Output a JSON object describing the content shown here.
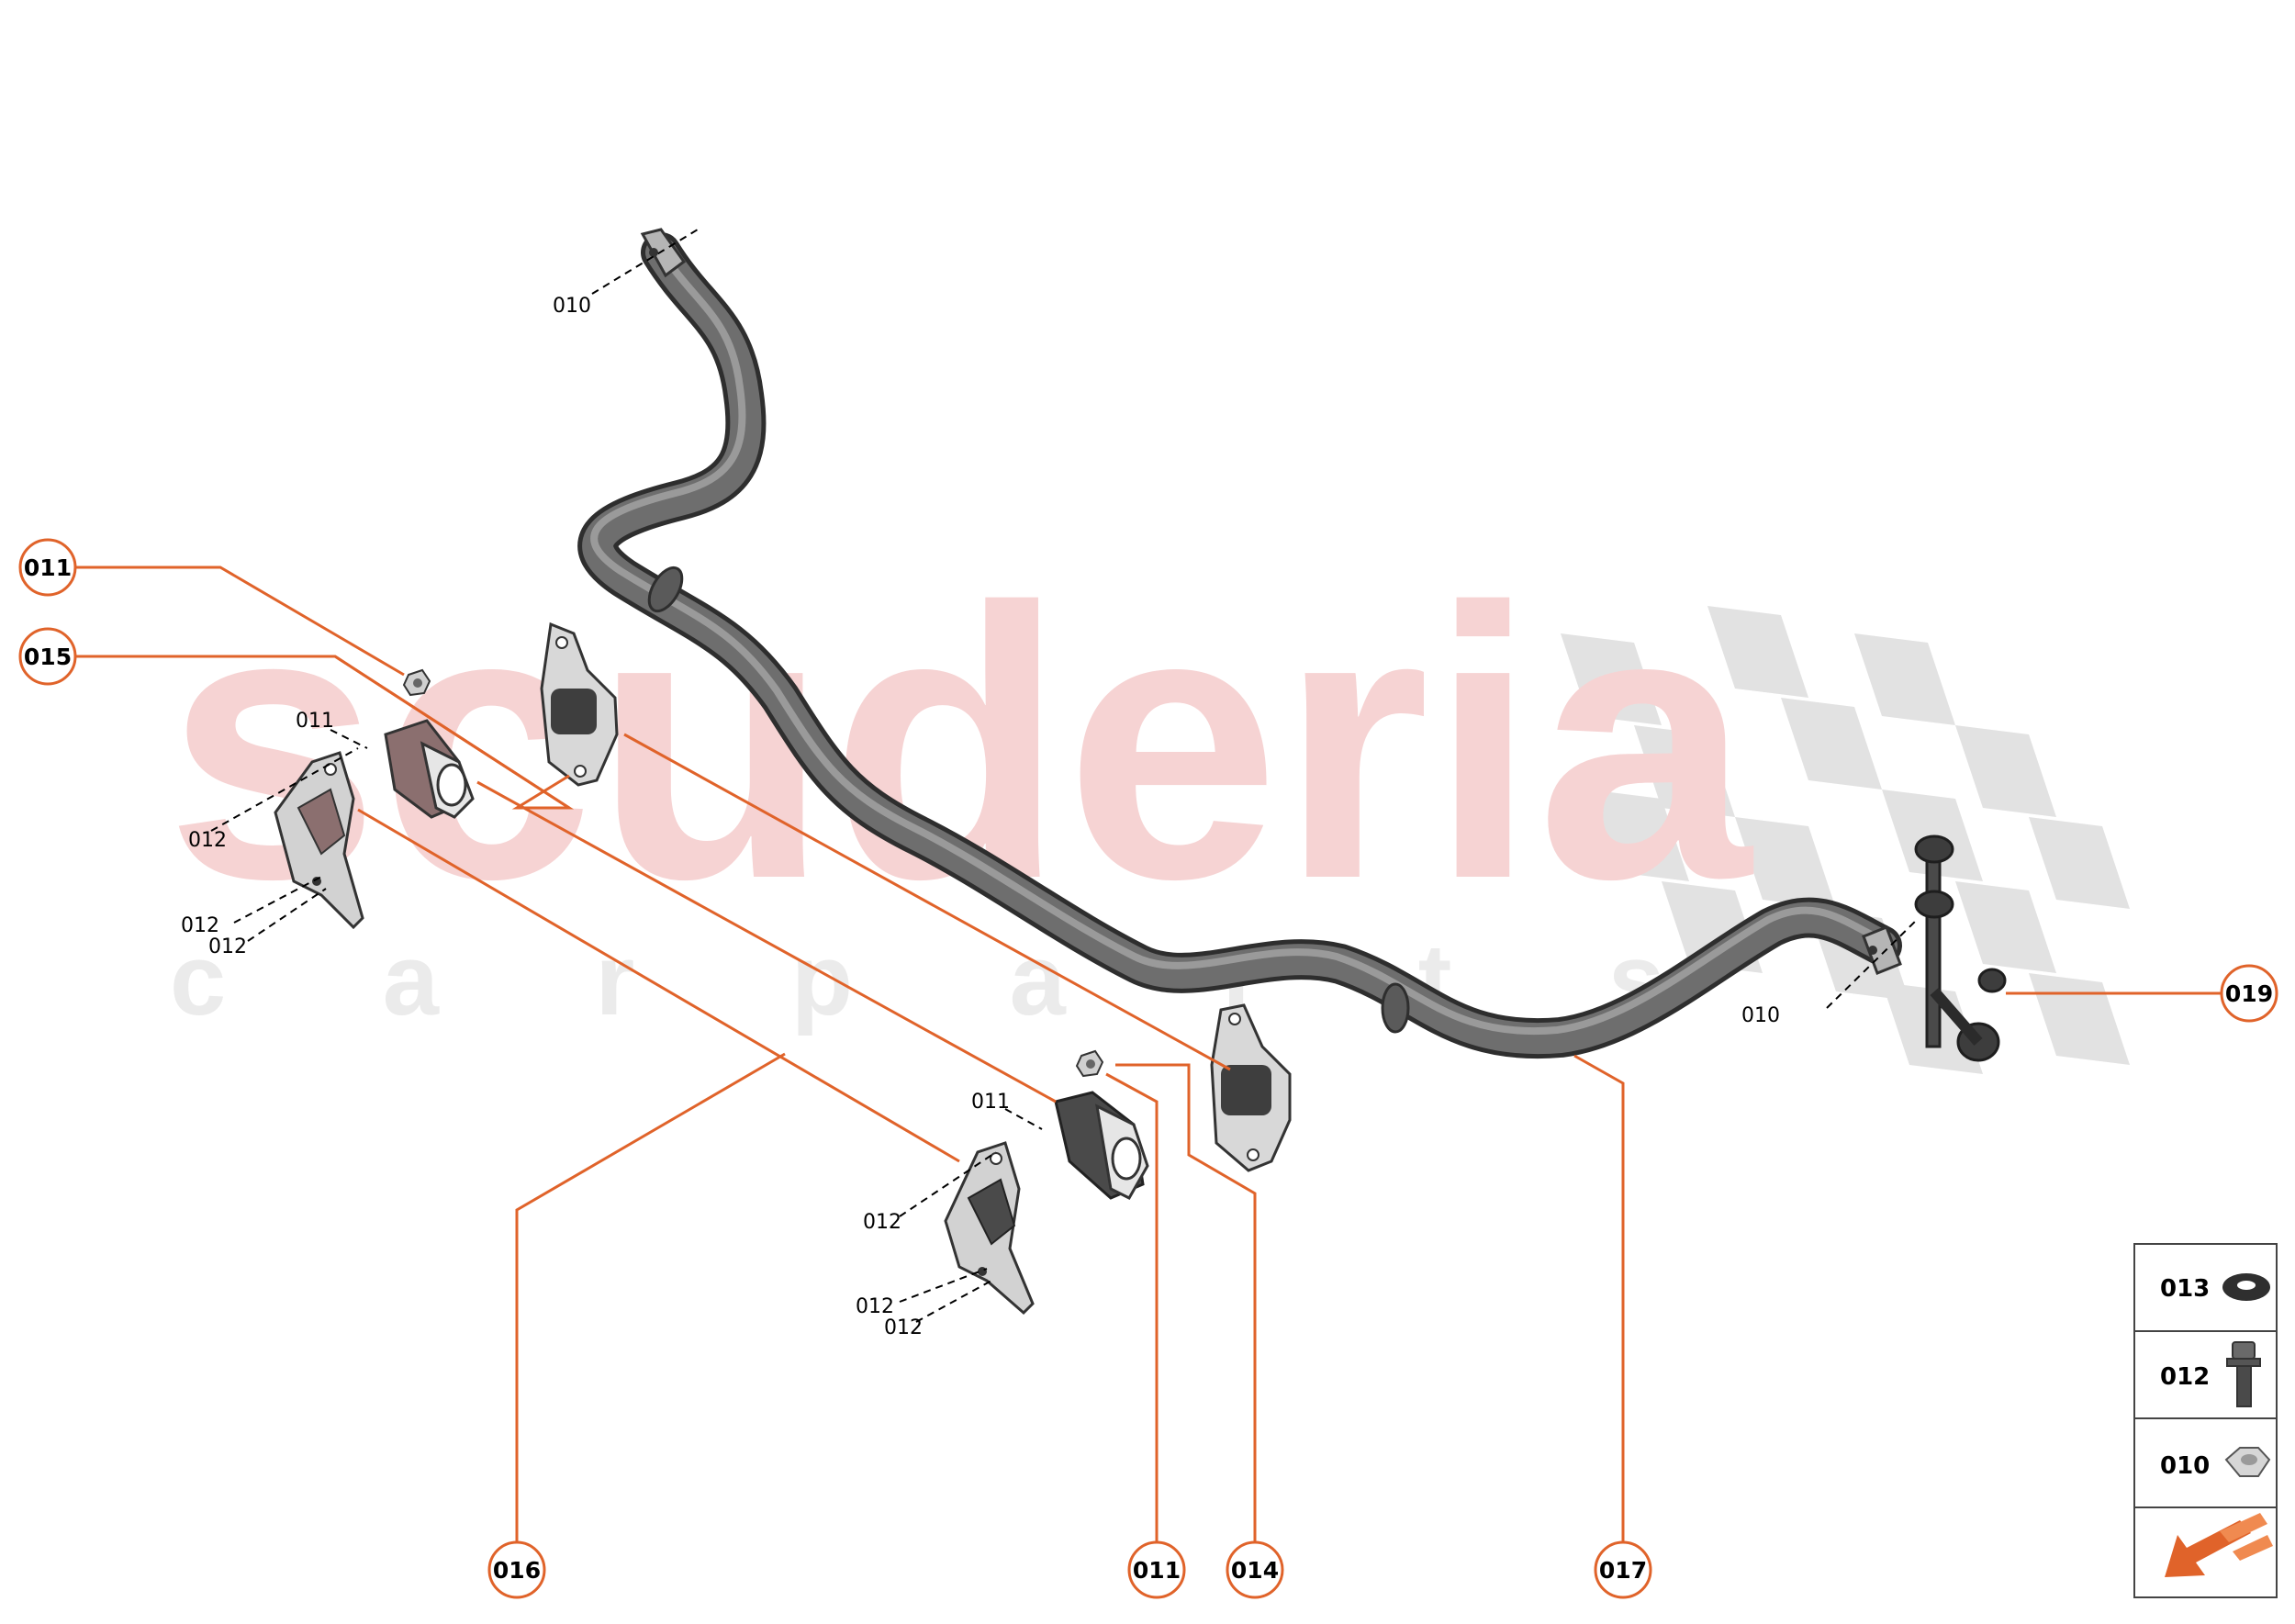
{
  "watermark": {
    "brand": "scuderia",
    "sub": "c a r   p a r t s",
    "colors": {
      "brand": "#f6d3d3",
      "sub": "#ebebeb",
      "flag": "#e2e2e2"
    }
  },
  "accent_color": "#e0632a",
  "callouts": [
    {
      "id": "c011a",
      "label": "011"
    },
    {
      "id": "c015",
      "label": "015"
    },
    {
      "id": "c016",
      "label": "016"
    },
    {
      "id": "c011b",
      "label": "011"
    },
    {
      "id": "c014",
      "label": "014"
    },
    {
      "id": "c017",
      "label": "017"
    },
    {
      "id": "c019",
      "label": "019"
    }
  ],
  "part_labels": [
    {
      "id": "p010a",
      "label": "010"
    },
    {
      "id": "p010b",
      "label": "010"
    },
    {
      "id": "p011a",
      "label": "011"
    },
    {
      "id": "p012a",
      "label": "012"
    },
    {
      "id": "p012b",
      "label": "012"
    },
    {
      "id": "p012c",
      "label": "012"
    },
    {
      "id": "p011b",
      "label": "011"
    },
    {
      "id": "p012d",
      "label": "012"
    },
    {
      "id": "p012e",
      "label": "012"
    },
    {
      "id": "p012f",
      "label": "012"
    }
  ],
  "legend": [
    {
      "label": "013",
      "icon": "washer-icon"
    },
    {
      "label": "012",
      "icon": "bolt-icon"
    },
    {
      "label": "010",
      "icon": "nut-icon"
    }
  ],
  "legend_arrow_icon": "direction-arrow-icon"
}
